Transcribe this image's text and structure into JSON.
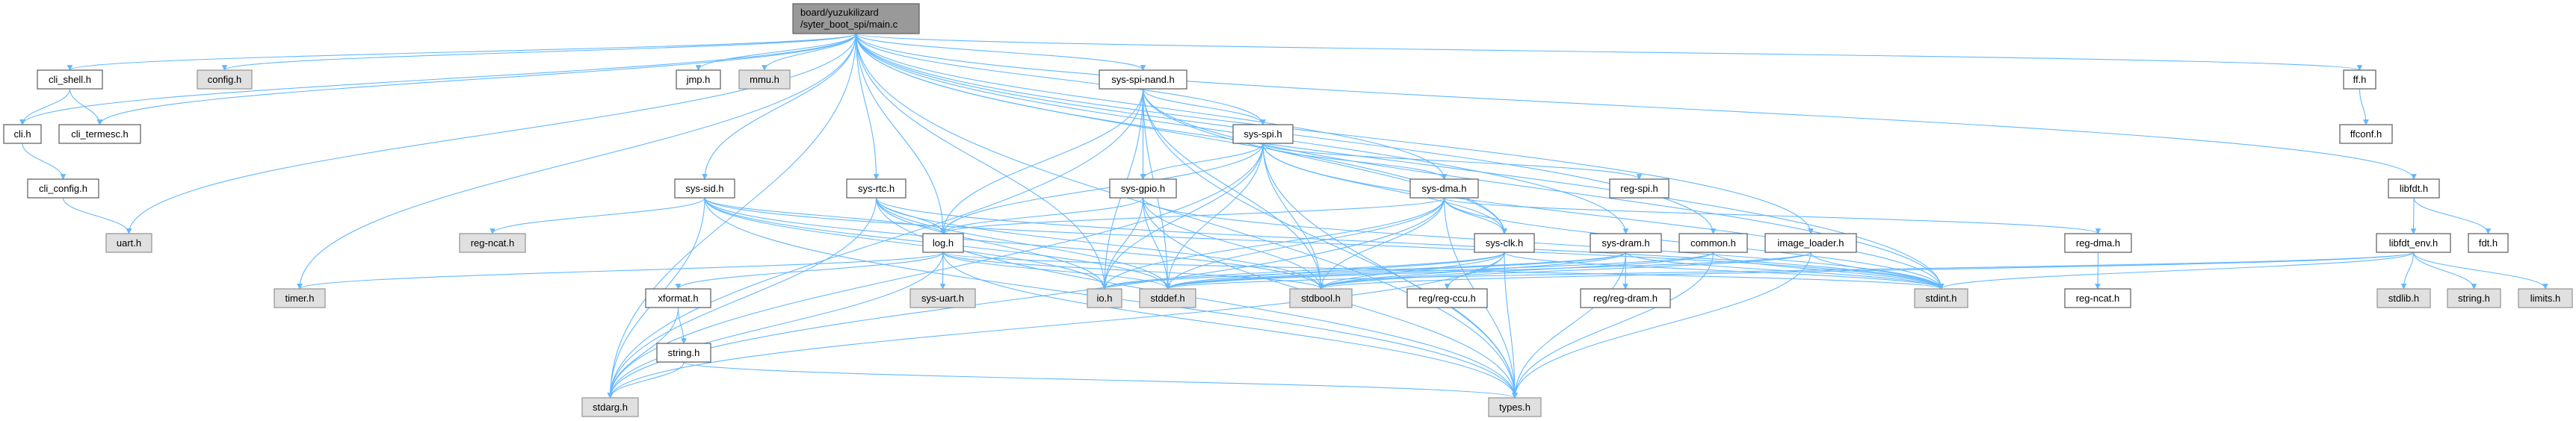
{
  "graph": {
    "title_lines": [
      "board/yuzukilizard",
      "/syter_boot_spi/main.c"
    ],
    "colors": {
      "edge": "#63b8ff",
      "root_fill": "#999999",
      "external_fill": "#e0e0e0",
      "local_fill": "#ffffff"
    },
    "nodes": [
      {
        "id": "main",
        "label": "board/yuzukilizard /syter_boot_spi/main.c",
        "kind": "root"
      },
      {
        "id": "cli_shell",
        "label": "cli_shell.h",
        "kind": "local"
      },
      {
        "id": "cli",
        "label": "cli.h",
        "kind": "local"
      },
      {
        "id": "cli_termesc",
        "label": "cli_termesc.h",
        "kind": "local"
      },
      {
        "id": "cli_config",
        "label": "cli_config.h",
        "kind": "local"
      },
      {
        "id": "uart",
        "label": "uart.h",
        "kind": "external"
      },
      {
        "id": "config",
        "label": "config.h",
        "kind": "external"
      },
      {
        "id": "timer",
        "label": "timer.h",
        "kind": "external"
      },
      {
        "id": "jmp",
        "label": "jmp.h",
        "kind": "local"
      },
      {
        "id": "mmu",
        "label": "mmu.h",
        "kind": "external"
      },
      {
        "id": "sys_spi_nand",
        "label": "sys-spi-nand.h",
        "kind": "local"
      },
      {
        "id": "sys_spi",
        "label": "sys-spi.h",
        "kind": "local"
      },
      {
        "id": "sys_sid",
        "label": "sys-sid.h",
        "kind": "local"
      },
      {
        "id": "sys_rtc",
        "label": "sys-rtc.h",
        "kind": "local"
      },
      {
        "id": "sys_gpio",
        "label": "sys-gpio.h",
        "kind": "local"
      },
      {
        "id": "sys_dma",
        "label": "sys-dma.h",
        "kind": "local"
      },
      {
        "id": "reg_spi",
        "label": "reg-spi.h",
        "kind": "local"
      },
      {
        "id": "reg_ncat_ext",
        "label": "reg-ncat.h",
        "kind": "external"
      },
      {
        "id": "log",
        "label": "log.h",
        "kind": "local"
      },
      {
        "id": "sys_clk",
        "label": "sys-clk.h",
        "kind": "local"
      },
      {
        "id": "sys_dram",
        "label": "sys-dram.h",
        "kind": "local"
      },
      {
        "id": "common",
        "label": "common.h",
        "kind": "local"
      },
      {
        "id": "image_loader",
        "label": "image_loader.h",
        "kind": "local"
      },
      {
        "id": "reg_dma",
        "label": "reg-dma.h",
        "kind": "local"
      },
      {
        "id": "xformat",
        "label": "xformat.h",
        "kind": "local"
      },
      {
        "id": "sys_uart",
        "label": "sys-uart.h",
        "kind": "external"
      },
      {
        "id": "io",
        "label": "io.h",
        "kind": "external"
      },
      {
        "id": "stddef",
        "label": "stddef.h",
        "kind": "external"
      },
      {
        "id": "stdbool",
        "label": "stdbool.h",
        "kind": "external"
      },
      {
        "id": "reg_ccu",
        "label": "reg/reg-ccu.h",
        "kind": "local"
      },
      {
        "id": "reg_dram",
        "label": "reg/reg-dram.h",
        "kind": "local"
      },
      {
        "id": "stdint",
        "label": "stdint.h",
        "kind": "external"
      },
      {
        "id": "reg_ncat",
        "label": "reg-ncat.h",
        "kind": "local"
      },
      {
        "id": "string_local",
        "label": "string.h",
        "kind": "local"
      },
      {
        "id": "stdarg",
        "label": "stdarg.h",
        "kind": "external"
      },
      {
        "id": "types",
        "label": "types.h",
        "kind": "external"
      },
      {
        "id": "ff",
        "label": "ff.h",
        "kind": "local"
      },
      {
        "id": "ffconf",
        "label": "ffconf.h",
        "kind": "local"
      },
      {
        "id": "libfdt",
        "label": "libfdt.h",
        "kind": "local"
      },
      {
        "id": "libfdt_env",
        "label": "libfdt_env.h",
        "kind": "local"
      },
      {
        "id": "fdt",
        "label": "fdt.h",
        "kind": "local"
      },
      {
        "id": "stdlib",
        "label": "stdlib.h",
        "kind": "external"
      },
      {
        "id": "string_sys",
        "label": "string.h",
        "kind": "external"
      },
      {
        "id": "limits",
        "label": "limits.h",
        "kind": "external"
      }
    ],
    "edges": [
      [
        "main",
        "cli"
      ],
      [
        "main",
        "cli_shell"
      ],
      [
        "main",
        "cli_termesc"
      ],
      [
        "main",
        "config"
      ],
      [
        "main",
        "uart"
      ],
      [
        "main",
        "timer"
      ],
      [
        "main",
        "jmp"
      ],
      [
        "main",
        "mmu"
      ],
      [
        "main",
        "sys_sid"
      ],
      [
        "main",
        "sys_rtc"
      ],
      [
        "main",
        "log"
      ],
      [
        "main",
        "io"
      ],
      [
        "main",
        "sys_spi_nand"
      ],
      [
        "main",
        "sys_spi"
      ],
      [
        "main",
        "sys_dma"
      ],
      [
        "main",
        "sys_clk"
      ],
      [
        "main",
        "sys_dram"
      ],
      [
        "main",
        "common"
      ],
      [
        "main",
        "image_loader"
      ],
      [
        "main",
        "stdint"
      ],
      [
        "main",
        "ff"
      ],
      [
        "main",
        "libfdt"
      ],
      [
        "main",
        "stdarg"
      ],
      [
        "main",
        "types"
      ],
      [
        "cli_shell",
        "cli"
      ],
      [
        "cli_shell",
        "cli_termesc"
      ],
      [
        "cli",
        "cli_config"
      ],
      [
        "cli_config",
        "uart"
      ],
      [
        "sys_spi_nand",
        "sys_spi"
      ],
      [
        "sys_spi_nand",
        "sys_gpio"
      ],
      [
        "sys_spi_nand",
        "log"
      ],
      [
        "sys_spi_nand",
        "stddef"
      ],
      [
        "sys_spi_nand",
        "stdbool"
      ],
      [
        "sys_spi_nand",
        "io"
      ],
      [
        "sys_spi_nand",
        "stdint"
      ],
      [
        "sys_spi_nand",
        "types"
      ],
      [
        "sys_spi_nand",
        "stdarg"
      ],
      [
        "sys_spi_nand",
        "sys_clk"
      ],
      [
        "sys_spi",
        "sys_gpio"
      ],
      [
        "sys_spi",
        "sys_dma"
      ],
      [
        "sys_spi",
        "sys_clk"
      ],
      [
        "sys_spi",
        "reg_spi"
      ],
      [
        "sys_spi",
        "log"
      ],
      [
        "sys_spi",
        "stddef"
      ],
      [
        "sys_spi",
        "stdbool"
      ],
      [
        "sys_spi",
        "stdint"
      ],
      [
        "sys_spi",
        "types"
      ],
      [
        "sys_spi",
        "io"
      ],
      [
        "sys_spi",
        "stdarg"
      ],
      [
        "sys_sid",
        "reg_ncat_ext"
      ],
      [
        "sys_sid",
        "log"
      ],
      [
        "sys_sid",
        "io"
      ],
      [
        "sys_sid",
        "stddef"
      ],
      [
        "sys_sid",
        "stdbool"
      ],
      [
        "sys_sid",
        "stdint"
      ],
      [
        "sys_sid",
        "types"
      ],
      [
        "sys_sid",
        "stdarg"
      ],
      [
        "sys_rtc",
        "log"
      ],
      [
        "sys_rtc",
        "io"
      ],
      [
        "sys_rtc",
        "stddef"
      ],
      [
        "sys_rtc",
        "stdbool"
      ],
      [
        "sys_rtc",
        "stdint"
      ],
      [
        "sys_rtc",
        "types"
      ],
      [
        "sys_rtc",
        "stdarg"
      ],
      [
        "sys_gpio",
        "log"
      ],
      [
        "sys_gpio",
        "io"
      ],
      [
        "sys_gpio",
        "stddef"
      ],
      [
        "sys_gpio",
        "stdbool"
      ],
      [
        "sys_gpio",
        "stdint"
      ],
      [
        "sys_gpio",
        "types"
      ],
      [
        "sys_dma",
        "sys_clk"
      ],
      [
        "sys_dma",
        "reg_dma"
      ],
      [
        "sys_dma",
        "log"
      ],
      [
        "sys_dma",
        "io"
      ],
      [
        "sys_dma",
        "stddef"
      ],
      [
        "sys_dma",
        "stdbool"
      ],
      [
        "sys_dma",
        "stdint"
      ],
      [
        "sys_dma",
        "types"
      ],
      [
        "sys_dma",
        "stdarg"
      ],
      [
        "log",
        "xformat"
      ],
      [
        "log",
        "sys_uart"
      ],
      [
        "log",
        "stdarg"
      ],
      [
        "log",
        "stdint"
      ],
      [
        "log",
        "stddef"
      ],
      [
        "log",
        "stdbool"
      ],
      [
        "log",
        "types"
      ],
      [
        "log",
        "timer"
      ],
      [
        "xformat",
        "string_local"
      ],
      [
        "xformat",
        "stdarg"
      ],
      [
        "string_local",
        "stdarg"
      ],
      [
        "string_local",
        "types"
      ],
      [
        "sys_clk",
        "reg_ccu"
      ],
      [
        "sys_clk",
        "io"
      ],
      [
        "sys_clk",
        "stddef"
      ],
      [
        "sys_clk",
        "stdbool"
      ],
      [
        "sys_clk",
        "stdint"
      ],
      [
        "sys_clk",
        "types"
      ],
      [
        "sys_clk",
        "stdarg"
      ],
      [
        "sys_dram",
        "reg_dram"
      ],
      [
        "sys_dram",
        "io"
      ],
      [
        "sys_dram",
        "stddef"
      ],
      [
        "sys_dram",
        "stdbool"
      ],
      [
        "sys_dram",
        "stdint"
      ],
      [
        "sys_dram",
        "types"
      ],
      [
        "common",
        "stdint"
      ],
      [
        "common",
        "types"
      ],
      [
        "common",
        "stddef"
      ],
      [
        "common",
        "stdbool"
      ],
      [
        "image_loader",
        "stdint"
      ],
      [
        "image_loader",
        "types"
      ],
      [
        "image_loader",
        "stddef"
      ],
      [
        "image_loader",
        "stdbool"
      ],
      [
        "reg_dma",
        "reg_ncat"
      ],
      [
        "ff",
        "ffconf"
      ],
      [
        "libfdt",
        "libfdt_env"
      ],
      [
        "libfdt",
        "fdt"
      ],
      [
        "libfdt_env",
        "stdlib"
      ],
      [
        "libfdt_env",
        "string_sys"
      ],
      [
        "libfdt_env",
        "limits"
      ],
      [
        "libfdt_env",
        "stdint"
      ],
      [
        "libfdt_env",
        "stddef"
      ],
      [
        "libfdt_env",
        "stdbool"
      ]
    ]
  }
}
